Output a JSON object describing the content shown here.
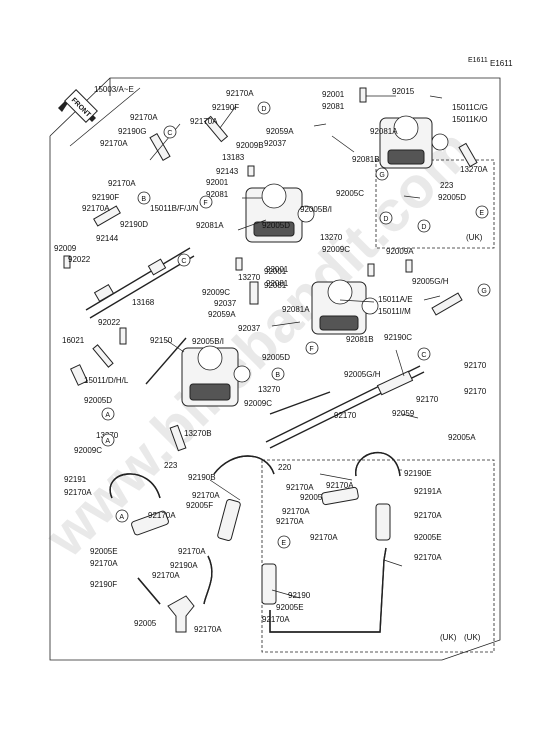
{
  "diagram": {
    "id": "E1611",
    "front_label": "FRONT",
    "watermark": "www.bikebandit.com",
    "uk_note_right": "(UK)",
    "uk_note_bottom": "(UK)"
  },
  "labels": [
    {
      "text": "15003/A~E"
    },
    {
      "text": "92170A"
    },
    {
      "text": "92170A"
    },
    {
      "text": "92190F"
    },
    {
      "text": "92170A"
    },
    {
      "text": "92190G"
    },
    {
      "text": "92170A"
    },
    {
      "text": "92170A"
    },
    {
      "text": "92190F"
    },
    {
      "text": "92170A"
    },
    {
      "text": "92190D"
    },
    {
      "text": "92144"
    },
    {
      "text": "92009"
    },
    {
      "text": "92022"
    },
    {
      "text": "13168"
    },
    {
      "text": "92022"
    },
    {
      "text": "16021"
    },
    {
      "text": "92150"
    },
    {
      "text": "15011/D/H/L"
    },
    {
      "text": "92005D"
    },
    {
      "text": "13270"
    },
    {
      "text": "92009C"
    },
    {
      "text": "223"
    },
    {
      "text": "13270B"
    },
    {
      "text": "92001"
    },
    {
      "text": "92081"
    },
    {
      "text": "15011B/F/J/N"
    },
    {
      "text": "92081A"
    },
    {
      "text": "92143"
    },
    {
      "text": "92009B"
    },
    {
      "text": "13183"
    },
    {
      "text": "92037"
    },
    {
      "text": "92059A"
    },
    {
      "text": "92005B/I"
    },
    {
      "text": "92005D"
    },
    {
      "text": "13270"
    },
    {
      "text": "92009C"
    },
    {
      "text": "92037"
    },
    {
      "text": "92059A"
    },
    {
      "text": "92037"
    },
    {
      "text": "92005B/I"
    },
    {
      "text": "92001"
    },
    {
      "text": "92081"
    },
    {
      "text": "92001"
    },
    {
      "text": "92081"
    },
    {
      "text": "92081A"
    },
    {
      "text": "92081B"
    },
    {
      "text": "92005C"
    },
    {
      "text": "92015"
    },
    {
      "text": "E1611"
    },
    {
      "text": "15011C/G"
    },
    {
      "text": "15011K/O"
    },
    {
      "text": "13270A"
    },
    {
      "text": "223"
    },
    {
      "text": "92005D"
    },
    {
      "text": "13270"
    },
    {
      "text": "92009C"
    },
    {
      "text": "92009A"
    },
    {
      "text": "92001"
    },
    {
      "text": "92081"
    },
    {
      "text": "92081A"
    },
    {
      "text": "15011A/E"
    },
    {
      "text": "15011I/M"
    },
    {
      "text": "92081B"
    },
    {
      "text": "92005D"
    },
    {
      "text": "13270"
    },
    {
      "text": "92009C"
    },
    {
      "text": "92005G/H"
    },
    {
      "text": "92005G/H"
    },
    {
      "text": "92190C"
    },
    {
      "text": "92170"
    },
    {
      "text": "92170"
    },
    {
      "text": "92170"
    },
    {
      "text": "92059"
    },
    {
      "text": "92170"
    },
    {
      "text": "92005A"
    },
    {
      "text": "220"
    },
    {
      "text": "92191"
    },
    {
      "text": "92170A"
    },
    {
      "text": "92190B"
    },
    {
      "text": "92170A"
    },
    {
      "text": "92005F"
    },
    {
      "text": "92170A"
    },
    {
      "text": "92005E"
    },
    {
      "text": "92170A"
    },
    {
      "text": "92190F"
    },
    {
      "text": "92170A"
    },
    {
      "text": "92170A"
    },
    {
      "text": "92190A"
    },
    {
      "text": "92005"
    },
    {
      "text": "92170A"
    },
    {
      "text": "92170A"
    },
    {
      "text": "92170A"
    },
    {
      "text": "92005"
    },
    {
      "text": "92170A"
    },
    {
      "text": "92170A"
    },
    {
      "text": "92170A"
    },
    {
      "text": "92190E"
    },
    {
      "text": "92191A"
    },
    {
      "text": "92170A"
    },
    {
      "text": "92005E"
    },
    {
      "text": "92170A"
    },
    {
      "text": "92190"
    },
    {
      "text": "92005E"
    },
    {
      "text": "92170A"
    },
    {
      "text": "(UK)"
    }
  ],
  "callouts": [
    {
      "letter": "C"
    },
    {
      "letter": "B"
    },
    {
      "letter": "D"
    },
    {
      "letter": "C"
    },
    {
      "letter": "G"
    },
    {
      "letter": "D"
    },
    {
      "letter": "E"
    },
    {
      "letter": "D"
    },
    {
      "letter": "F"
    },
    {
      "letter": "B"
    },
    {
      "letter": "F"
    },
    {
      "letter": "C"
    },
    {
      "letter": "A"
    },
    {
      "letter": "A"
    },
    {
      "letter": "A"
    },
    {
      "letter": "E"
    },
    {
      "letter": "G"
    }
  ]
}
